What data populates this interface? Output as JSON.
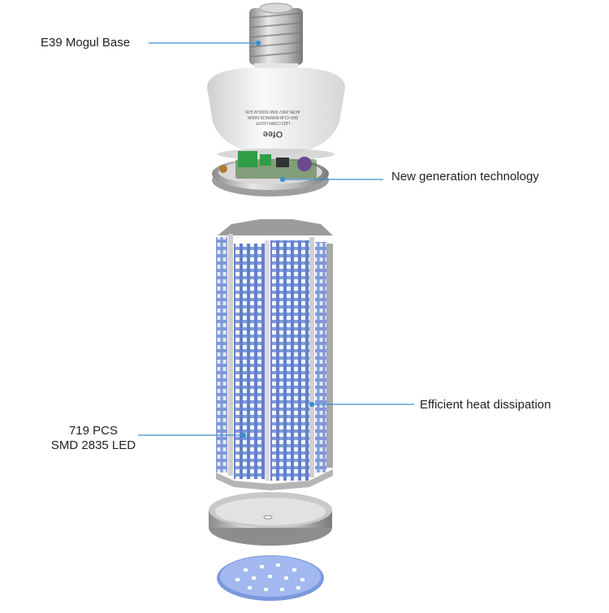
{
  "callouts": {
    "base": "E39 Mogul Base",
    "technology": "New generation technology",
    "heat": "Efficient heat dissipation",
    "led_line1": "719 PCS",
    "led_line2": "SMD 2835 LED"
  },
  "housing_print": {
    "brand": "Ofee",
    "line1": "LED CORN LIGHT",
    "line2": "DEF-CLM-60WHE39-5000K",
    "line3": "AC85-265V 60W 6000LM E39"
  },
  "colors": {
    "callout_line": "#3a8fd0",
    "led_strip": "#6f8fd6",
    "metal": "#b9b9b9",
    "pcb_green": "#2f9e45"
  }
}
